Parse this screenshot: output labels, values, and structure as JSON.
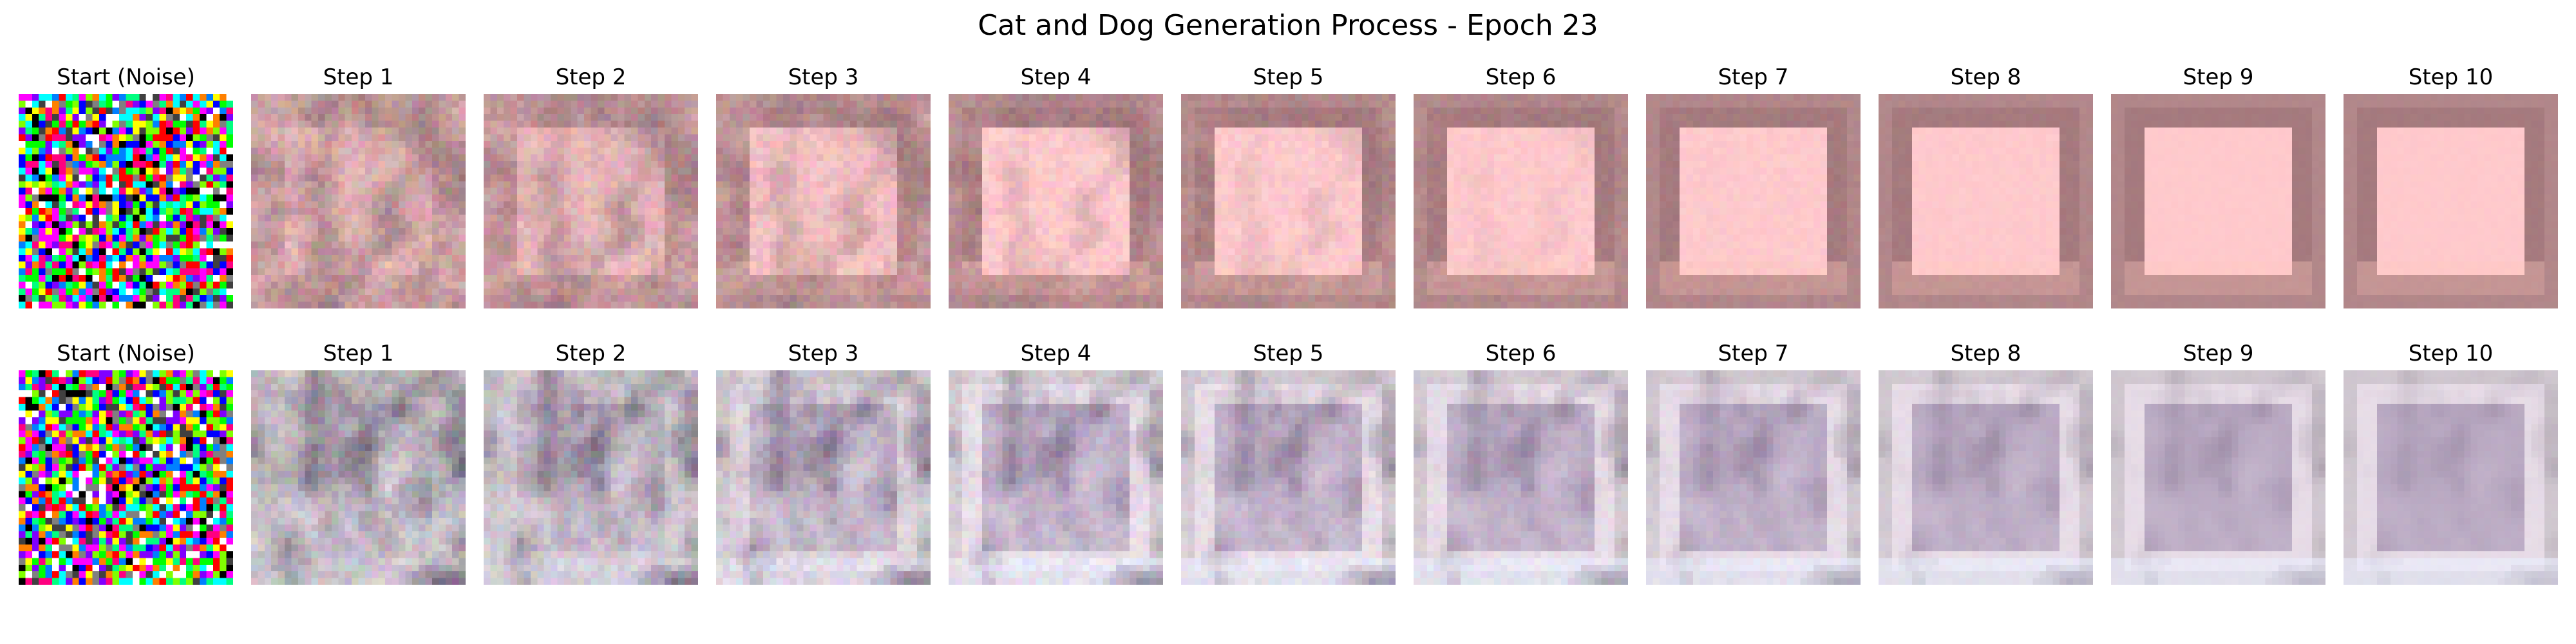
{
  "figure": {
    "title": "Cat and Dog Generation Process - Epoch 23"
  },
  "rows": [
    {
      "panels": [
        {
          "title": "Start (Noise)"
        },
        {
          "title": "Step 1"
        },
        {
          "title": "Step 2"
        },
        {
          "title": "Step 3"
        },
        {
          "title": "Step 4"
        },
        {
          "title": "Step 5"
        },
        {
          "title": "Step 6"
        },
        {
          "title": "Step 7"
        },
        {
          "title": "Step 8"
        },
        {
          "title": "Step 9"
        },
        {
          "title": "Step 10"
        }
      ],
      "palette": {
        "background": "#c49a9c",
        "frame": "#a57a7e",
        "center": "#ffc9cc",
        "blotch_dark": "#8f7378",
        "blotch_light": "#f2c6c8"
      }
    },
    {
      "panels": [
        {
          "title": "Start (Noise)"
        },
        {
          "title": "Step 1"
        },
        {
          "title": "Step 2"
        },
        {
          "title": "Step 3"
        },
        {
          "title": "Step 4"
        },
        {
          "title": "Step 5"
        },
        {
          "title": "Step 6"
        },
        {
          "title": "Step 7"
        },
        {
          "title": "Step 8"
        },
        {
          "title": "Step 9"
        },
        {
          "title": "Step 10"
        }
      ],
      "palette": {
        "background": "#a9a4a8",
        "frame": "#e6dbe6",
        "center": "#b7a7c0",
        "blotch_dark": "#5f4f68",
        "blotch_light": "#efe4f0"
      }
    }
  ]
}
